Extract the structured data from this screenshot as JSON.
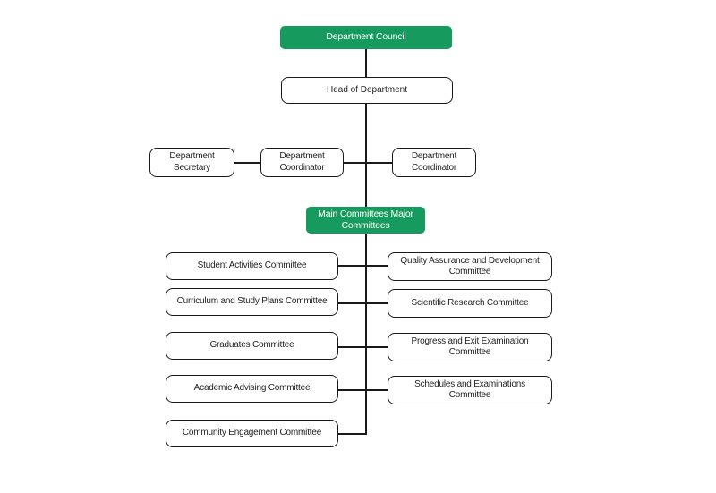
{
  "colors": {
    "green": "#169a5d",
    "line": "#1a1a1a",
    "box_text": "#1f1f1f",
    "green_text": "#ffffff",
    "background": "#ffffff"
  },
  "org_chart": {
    "council": {
      "label": "Department Council"
    },
    "head": {
      "label": "Head of Department"
    },
    "staff": [
      {
        "label": "Department Secretary"
      },
      {
        "label": "Department Coordinator"
      },
      {
        "label": "Department Coordinator"
      }
    ],
    "committees_header": {
      "label": "Main Committees Major Committees"
    },
    "left_committees": [
      {
        "label": "Student Activities Committee"
      },
      {
        "label": "Curriculum and Study Plans Committee"
      },
      {
        "label": "Graduates Committee"
      },
      {
        "label": "Academic Advising Committee"
      },
      {
        "label": "Community Engagement Committee"
      }
    ],
    "right_committees": [
      {
        "label": "Quality Assurance and Development Committee"
      },
      {
        "label": "Scientific Research Committee"
      },
      {
        "label": "Progress and Exit Examination Committee"
      },
      {
        "label": "Schedules and Examinations Committee"
      }
    ]
  }
}
